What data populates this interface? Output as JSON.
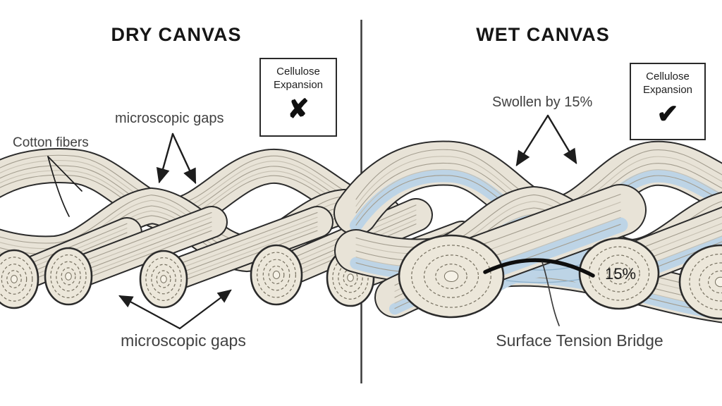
{
  "panels": {
    "dry": {
      "title": "DRY CANVAS",
      "badge": {
        "line1": "Cellulose",
        "line2": "Expansion",
        "mark": "✘",
        "status": "no"
      },
      "labels": {
        "cotton_fibers": "Cotton fibers",
        "microscopic_gaps_top": "microscopic gaps",
        "microscopic_gaps_bottom": "microscopic gaps"
      }
    },
    "wet": {
      "title": "WET CANVAS",
      "badge": {
        "line1": "Cellulose",
        "line2": "Expansion",
        "mark": "✔",
        "status": "yes"
      },
      "labels": {
        "swollen": "Swollen by 15%",
        "percent": "15%",
        "surface_tension_bridge": "Surface Tension Bridge"
      }
    }
  },
  "colors": {
    "background": "#ffffff",
    "fiber_fill": "#e8e3d7",
    "fiber_outline": "#2b2b2b",
    "striation": "#a39d8f",
    "water_blue": "#bdd4e6",
    "water_streak": "#8fb2cc",
    "annotation": "#1d1d1d",
    "label_text": "#414141"
  }
}
